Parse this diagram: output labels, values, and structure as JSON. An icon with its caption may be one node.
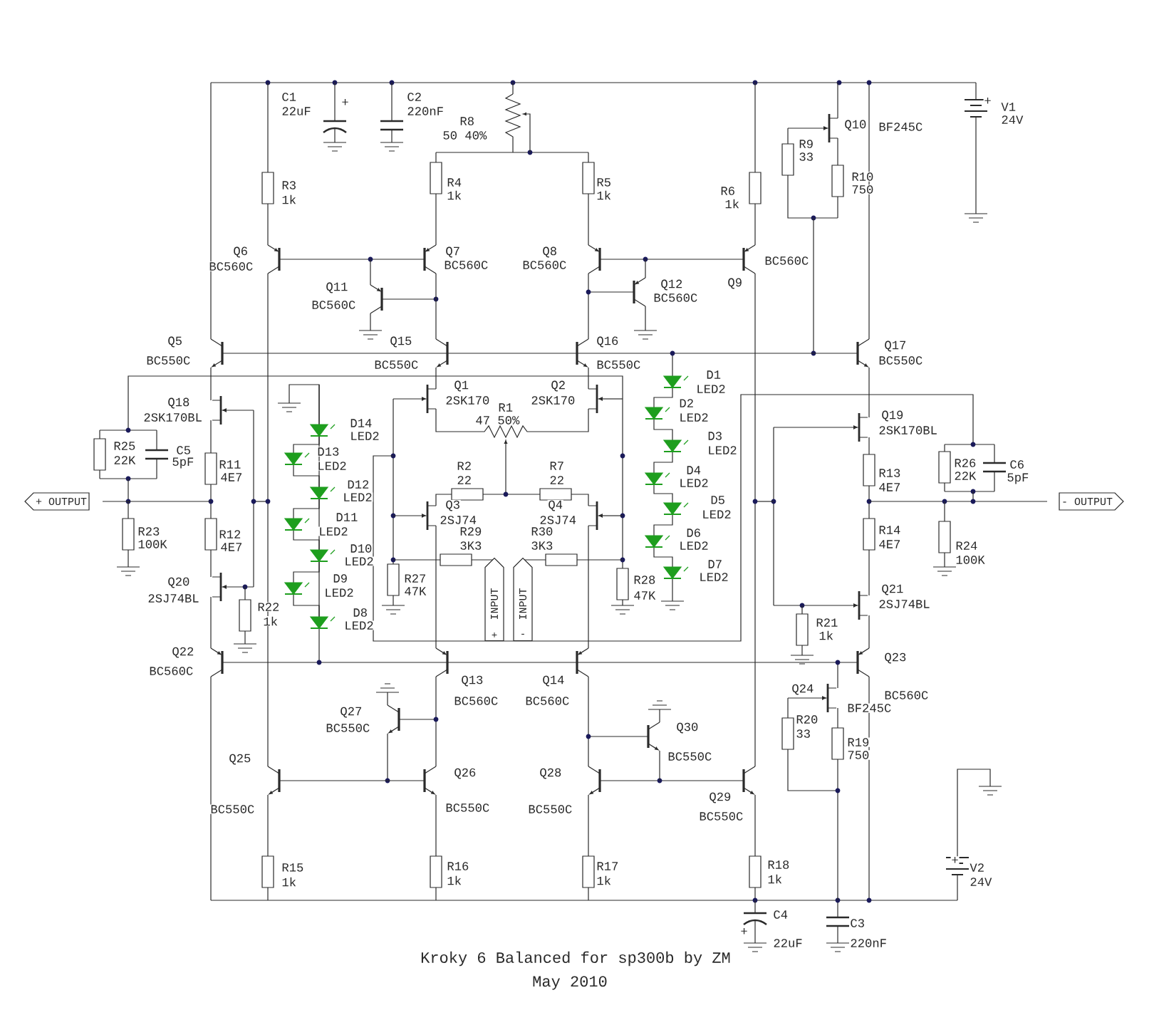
{
  "diagram": {
    "caption": "Kroky 6 Balanced for sp300b by ZM",
    "nodes": [
      {
        "text": [
          "+ OUTPUT"
        ]
      },
      {
        "text": [
          "- OUTPUT"
        ]
      },
      {
        "text": [
          "INPUT",
          "+"
        ]
      },
      {
        "text": [
          "INPUT",
          "-"
        ]
      }
    ],
    "labels": [
      "C1",
      "22uF",
      "+",
      "C2",
      "220nF",
      "R8",
      "50 40%",
      "Q10",
      "BF245C",
      "+",
      "V1",
      "24V",
      "R9",
      "33",
      "R10",
      "750",
      "R3",
      "1k",
      "R4",
      "1k",
      "R5",
      "1k",
      "R6",
      "1k",
      "Q6",
      "BC560C",
      "Q7",
      "BC560C",
      "Q8",
      "BC560C",
      "BC560C",
      "Q12",
      "BC560C",
      "Q9",
      "Q11",
      "BC560C",
      "Q5",
      "BC550C",
      "Q15",
      "BC550C",
      "Q16",
      "BC550C",
      "Q17",
      "BC550C",
      "D1",
      "LED2",
      "Q1",
      "2SK170",
      "Q2",
      "2SK170",
      "D2",
      "LED2",
      "R1",
      "47 50%",
      "Q18",
      "2SK170BL",
      "Q19",
      "2SK170BL",
      "D14",
      "LED2",
      "D3",
      "LED2",
      "R25",
      "22K",
      "C5",
      "5pF",
      "D13",
      "LED2",
      "R26",
      "22K",
      "C6",
      "5pF",
      "R11",
      "4E7",
      "R2",
      "22",
      "R7",
      "22",
      "D4",
      "LED2",
      "R13",
      "4E7",
      "D12",
      "LED2",
      "D5",
      "LED2",
      "Q3",
      "2SJ74",
      "Q4",
      "2SJ74",
      "D11",
      "LED2",
      "R23",
      "100K",
      "R12",
      "4E7",
      "R14",
      "4E7",
      "R29",
      "3K3",
      "R30",
      "3K3",
      "D6",
      "LED2",
      "R24",
      "100K",
      "D10",
      "LED2",
      "D7",
      "LED2",
      "R27",
      "47K",
      "D9",
      "LED2",
      "R28",
      "47K",
      "Q20",
      "2SJ74BL",
      "Q21",
      "2SJ74BL",
      "R22",
      "1k",
      "D8",
      "LED2",
      "R21",
      "1k",
      "Q22",
      "BC560C",
      "Q23",
      "BC560C",
      "Q13",
      "BC560C",
      "Q14",
      "BC560C",
      "Q24",
      "BF245C",
      "Q27",
      "BC550C",
      "Q30",
      "BC550C",
      "R20",
      "33",
      "R19",
      "750",
      "Q25",
      "Q26",
      "Q28",
      "Q29",
      "BC550C",
      "BC550C",
      "BC550C",
      "BC550C",
      "R15",
      "1k",
      "R16",
      "1k",
      "R17",
      "1k",
      "R18",
      "1k",
      "+",
      "V2",
      "24V",
      "C4",
      "C3",
      "+",
      "22uF",
      "220nF",
      "May 2010"
    ]
  }
}
